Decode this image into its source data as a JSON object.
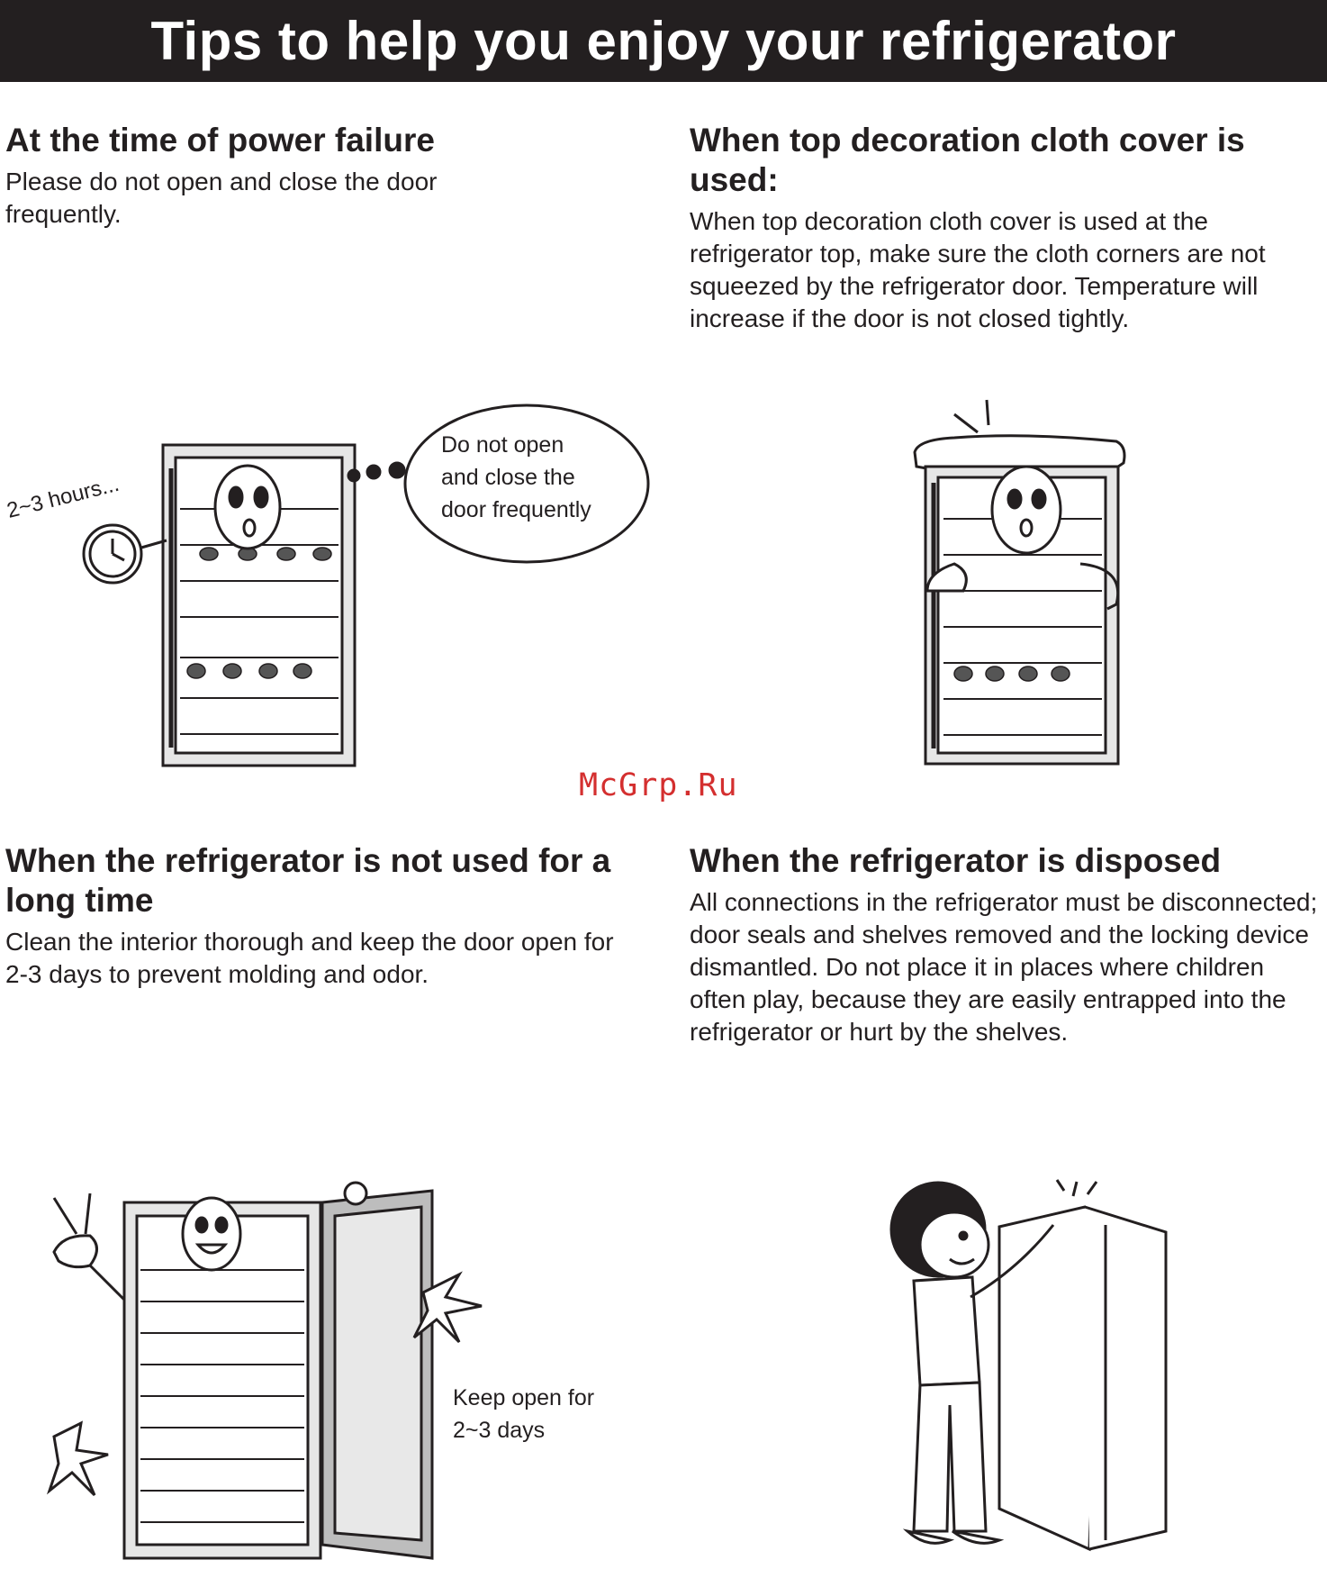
{
  "banner": {
    "title": "Tips to help you enjoy your refrigerator"
  },
  "sections": [
    {
      "heading": "At the time of power failure",
      "body": "Please do not open and close the door frequently.",
      "illustration": {
        "clock_label": "2~3 hours...",
        "bubble_lines": [
          "Do not open",
          "and close the",
          "door frequently"
        ]
      }
    },
    {
      "heading": "When top decoration cloth cover is used:",
      "body": "When top decoration cloth cover is used at the refrigerator top, make sure the cloth corners are not squeezed by the refrigerator door. Temperature will increase if the door is not closed tightly."
    },
    {
      "heading": "When the refrigerator is not used for a long time",
      "body": "Clean the interior thorough and keep the door open for 2-3 days to prevent molding and odor.",
      "illustration": {
        "caption_lines": [
          "Keep open for",
          "2~3 days"
        ]
      }
    },
    {
      "heading": "When the refrigerator is disposed",
      "body": "All connections in the refrigerator must be disconnected; door seals and shelves removed and the locking device dismantled. Do not place it in places where children often play, because they are easily entrapped into the refrigerator or hurt by the shelves."
    }
  ],
  "watermark": "McGrp.Ru",
  "colors": {
    "banner_bg": "#231f20",
    "text": "#231f20",
    "watermark": "#d42f2f"
  }
}
